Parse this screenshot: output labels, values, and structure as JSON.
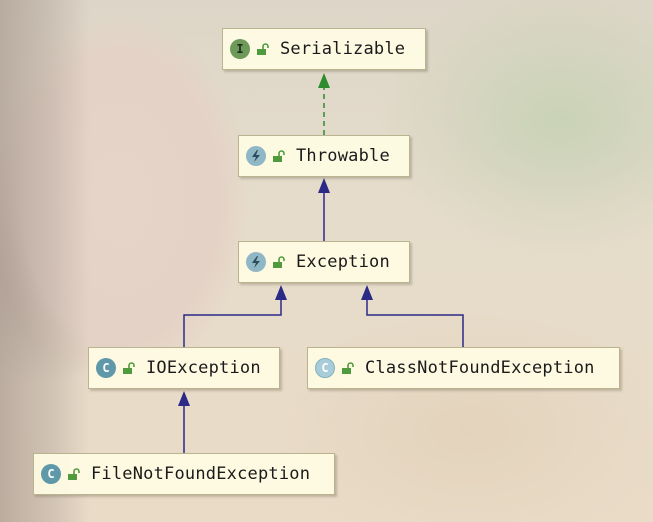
{
  "diagram": {
    "nodes": [
      {
        "id": "serializable",
        "label": "Serializable",
        "kind": "interface",
        "icon_letter": "I"
      },
      {
        "id": "throwable",
        "label": "Throwable",
        "kind": "throwable"
      },
      {
        "id": "exception",
        "label": "Exception",
        "kind": "throwable"
      },
      {
        "id": "ioexception",
        "label": "IOException",
        "kind": "class",
        "icon_letter": "C"
      },
      {
        "id": "classnotfound",
        "label": "ClassNotFoundException",
        "kind": "class",
        "icon_letter": "C"
      },
      {
        "id": "filenotfound",
        "label": "FileNotFoundException",
        "kind": "class",
        "icon_letter": "C"
      }
    ],
    "edges": [
      {
        "from": "throwable",
        "to": "serializable",
        "type": "implements"
      },
      {
        "from": "exception",
        "to": "throwable",
        "type": "extends"
      },
      {
        "from": "ioexception",
        "to": "exception",
        "type": "extends"
      },
      {
        "from": "classnotfound",
        "to": "exception",
        "type": "extends"
      },
      {
        "from": "filenotfound",
        "to": "ioexception",
        "type": "extends"
      }
    ],
    "colors": {
      "implements_edge": "#2e8b2e",
      "extends_edge": "#2b2a86",
      "lock": "#4f9a3c"
    }
  }
}
